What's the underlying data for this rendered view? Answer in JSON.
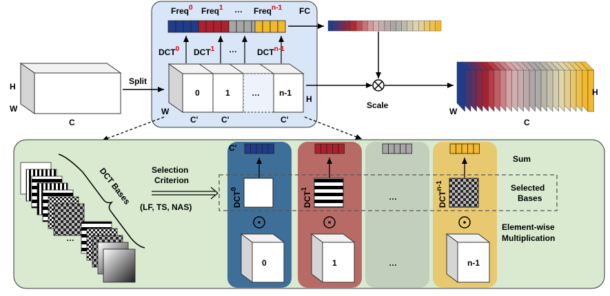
{
  "top": {
    "input_dims": {
      "h": "H",
      "w": "W",
      "c": "C"
    },
    "split": "Split",
    "freq": [
      {
        "base": "Freq",
        "sup": "0"
      },
      {
        "base": "Freq",
        "sup": "1"
      },
      {
        "base": "Freq",
        "sup": "n-1"
      }
    ],
    "dots": "…",
    "fc": "FC",
    "dct": [
      {
        "base": "DCT",
        "sup": "0"
      },
      {
        "base": "DCT",
        "sup": "1"
      },
      {
        "base": "DCT",
        "sup": "n-1"
      }
    ],
    "parts": [
      "0",
      "1",
      "n-1"
    ],
    "part_dims": {
      "w": "W",
      "h": "H",
      "c_prime": "C'"
    },
    "scale": "Scale",
    "output_dims": {
      "w": "W",
      "h": "H",
      "c": "C"
    }
  },
  "bottom": {
    "dct_bases": "DCT Bases",
    "selection_line1": "Selection",
    "selection_line2": "Criterion",
    "selection_methods": "(LF, TS, NAS)",
    "c_prime": "C'",
    "columns": [
      {
        "dct": "DCT",
        "sup": "0",
        "part": "0",
        "color": "#3d6f99"
      },
      {
        "dct": "DCT",
        "sup": "1",
        "part": "1",
        "color": "#b86b66"
      },
      {
        "dct": "",
        "sup": "",
        "part": "…",
        "color": "#c3cfbd"
      },
      {
        "dct": "DCT",
        "sup": "n-1",
        "part": "n-1",
        "color": "#e8c96f"
      }
    ],
    "sum": "Sum",
    "selected_bases_line1": "Selected",
    "selected_bases_line2": "Bases",
    "elementwise_line1": "Element-wise",
    "elementwise_line2": "Multiplication"
  },
  "colors": {
    "top_panel": "#d8e6f7",
    "bottom_panel": "#d9ead0",
    "dark_blue": "#1f3d8c",
    "dark_red": "#b0202c",
    "gray": "#a6a6a6",
    "yellow": "#f2b92c"
  }
}
